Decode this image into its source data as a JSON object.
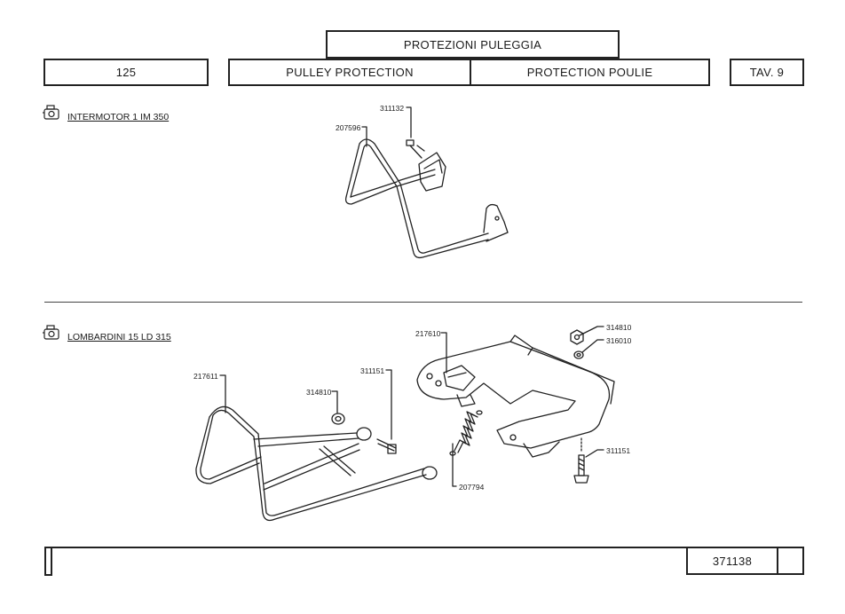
{
  "header": {
    "title_it": "PROTEZIONI PULEGGIA",
    "page_num": "125",
    "title_en": "PULLEY PROTECTION",
    "title_fr": "PROTECTION POULIE",
    "table_ref": "TAV. 9"
  },
  "section1": {
    "engine": "INTERMOTOR 1 IM 350",
    "parts": [
      "311132",
      "207596"
    ]
  },
  "section2": {
    "engine": "LOMBARDINI 15 LD 315",
    "parts": [
      "217610",
      "314810",
      "316010",
      "217611",
      "311151",
      "314810",
      "311151",
      "207794"
    ]
  },
  "footer": {
    "code": "371138"
  }
}
